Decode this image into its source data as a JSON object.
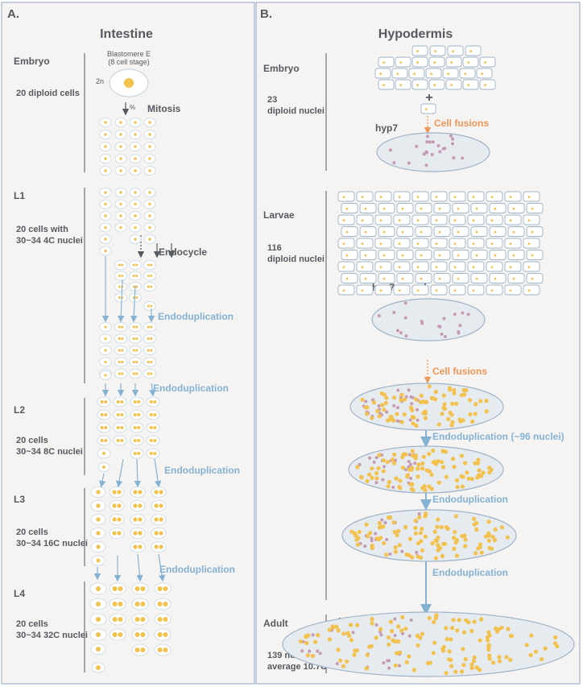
{
  "panels": {
    "a": {
      "letter": "A.",
      "title": "Intestine",
      "stages": [
        {
          "name": "Embryo",
          "desc": [
            "20 diploid cells"
          ]
        },
        {
          "name": "L1",
          "desc": [
            "20 cells with",
            "30~34 4C nuclei"
          ]
        },
        {
          "name": "L2",
          "desc": [
            "20 cells",
            "30~34 8C nuclei"
          ]
        },
        {
          "name": "L3",
          "desc": [
            "20 cells",
            "30~34 16C nuclei"
          ]
        },
        {
          "name": "L4",
          "desc": [
            "20 cells",
            "30~34 32C nuclei"
          ]
        }
      ],
      "blastomere": {
        "title": "Blastomere E",
        "subtitle": "(8 cell stage)",
        "ploidy": "2n"
      },
      "mitosis_symbol": "%",
      "processes": {
        "mitosis": "Mitosis",
        "endocycle": "Endocycle",
        "endo1": "Endoduplication",
        "endo2": "Endoduplication",
        "endo3": "Endoduplication",
        "endo4": "Endoduplication"
      }
    },
    "b": {
      "letter": "B.",
      "title": "Hypodermis",
      "stages": [
        {
          "name": "Embryo",
          "desc": [
            "23",
            "diploid nuclei"
          ]
        },
        {
          "name": "Larvae",
          "desc": [
            "116",
            "diploid nuclei"
          ]
        },
        {
          "name": "Adult",
          "desc": [
            "139 nuclei",
            "average 10.7C"
          ]
        }
      ],
      "plus": "+",
      "hyp7_embryo": "hyp7",
      "hyp7_larvae": "hyp7",
      "hyp7_adult": "hyp7",
      "processes": {
        "fusion1": "Cell fusions",
        "fusion2": "Cell fusions",
        "endo1": "Endoduplication (~96 nuclei)",
        "endo2": "Endoduplication",
        "endo3": "Endoduplication"
      }
    }
  },
  "colors": {
    "panel_bg": "#f5f4f3",
    "border": "#9fb3c8",
    "text": "#555a60",
    "blue": "#85b2d3",
    "orange": "#ef9659",
    "nucleus": "#f2c14e",
    "nucleus_pink": "#c79ab4",
    "cell_fill": "#ffffff",
    "cell_stroke": "#c9d8e3",
    "syncytium_fill": "#e6ebef"
  }
}
